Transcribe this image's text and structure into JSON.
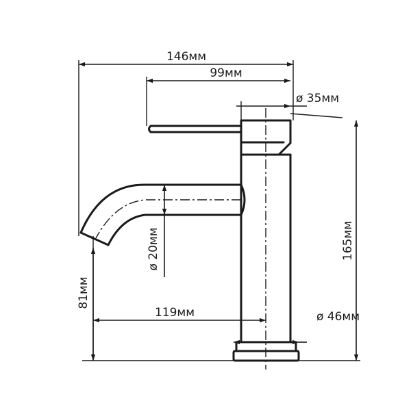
{
  "dimensions": {
    "total_width": "146мм",
    "handle_length": "99мм",
    "body_diameter": "ø 35мм",
    "spout_diameter": "ø 20мм",
    "total_height": "165мм",
    "spout_height": "81мм",
    "spout_reach": "119мм",
    "base_diameter": "ø 46мм"
  },
  "colors": {
    "line": "#1a1a1a",
    "background": "#ffffff"
  }
}
